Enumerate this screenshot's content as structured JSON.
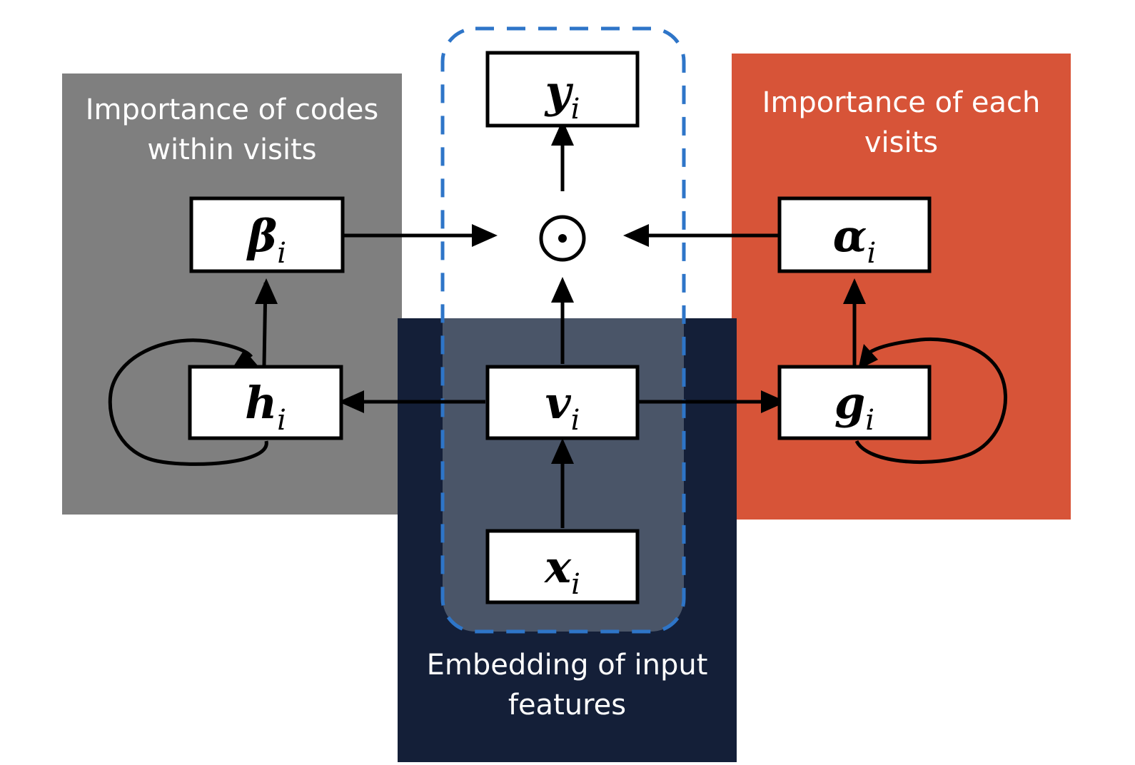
{
  "panels": {
    "codes_importance": {
      "label_line1": "Importance of codes",
      "label_line2": "within visits",
      "color": "#7f7f7f"
    },
    "visits_importance": {
      "label_line1": "Importance of each",
      "label_line2": "visits",
      "color": "#d75438"
    },
    "embedding": {
      "label_line1": "Embedding of input",
      "label_line2": "features",
      "color": "#141f38"
    }
  },
  "highlight": {
    "color": "#2e75c8",
    "fill": "#4a5568"
  },
  "nodes": {
    "y": {
      "symbol": "y",
      "subscript": "i"
    },
    "beta": {
      "symbol": "β",
      "subscript": "i"
    },
    "alpha": {
      "symbol": "α",
      "subscript": "i"
    },
    "h": {
      "symbol": "h",
      "subscript": "i"
    },
    "v": {
      "symbol": "v",
      "subscript": "i"
    },
    "g": {
      "symbol": "g",
      "subscript": "i"
    },
    "x": {
      "symbol": "x",
      "subscript": "i"
    }
  },
  "operator": {
    "symbol": "⊙"
  }
}
